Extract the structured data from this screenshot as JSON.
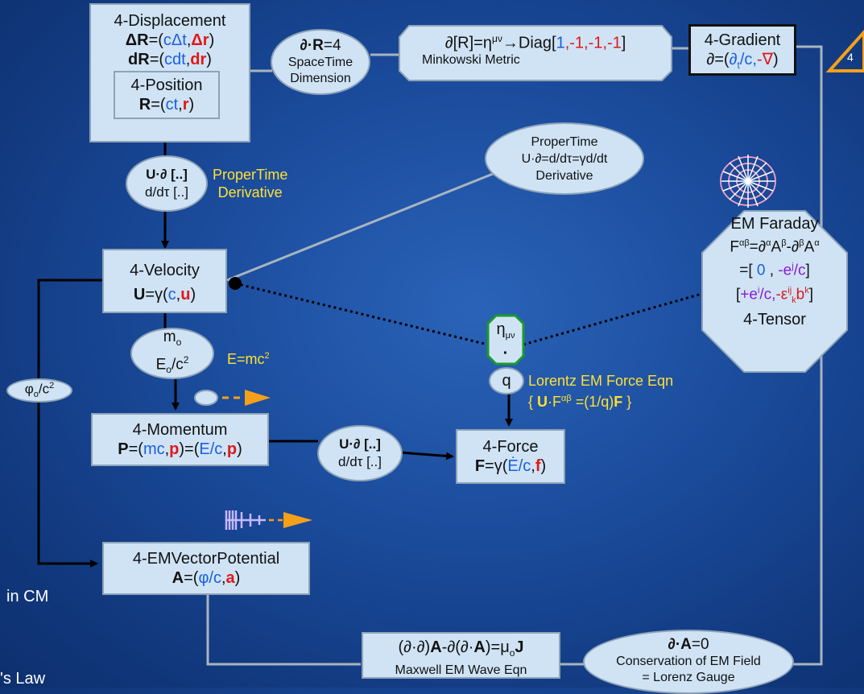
{
  "displacement": {
    "title": "4-Displacement",
    "dR_name": "ΔR",
    "dR_open": "=(",
    "dR_t": "cΔt",
    "dR_comma": ",",
    "dR_r": "Δr",
    "dR_close": ")",
    "d_name": "dR",
    "d_open": "=(",
    "d_t": "cdt",
    "d_comma": ",",
    "d_r": "dr",
    "d_close": ")"
  },
  "position": {
    "title": "4-Position",
    "name": "R",
    "open": "=(",
    "t": "ct",
    "comma": ",",
    "r": "r",
    "close": ")"
  },
  "spacetime": {
    "line1_sym": "∂·R",
    "line1_val": "=4",
    "line2": "SpaceTime",
    "line3": "Dimension"
  },
  "metric": {
    "lhs": "∂[R]=η",
    "sup": "μν",
    "arrow": "→Diag[",
    "v1": "1",
    "v2": ",-1,-1,-1",
    "end": "]",
    "sub": "Minkowski Metric"
  },
  "gradient": {
    "title": "4-Gradient",
    "lhs": "∂=(",
    "dt": "∂",
    "dt_sub": "t",
    "div": "/c,",
    "nabla": "-∇",
    "close": ")"
  },
  "triangle_label": "4",
  "propertime_oval": {
    "line1": "ProperTime",
    "line2": "U·∂=d/dτ=γd/dt",
    "line3": "Derivative"
  },
  "velocity": {
    "title": "4-Velocity",
    "name": "U",
    "eq": "=γ(",
    "c": "c",
    "comma": ",",
    "u": "u",
    "close": ")"
  },
  "udel_top": {
    "line1": "U·∂ [..]",
    "line2": "d/dτ [..]"
  },
  "propertime_label": {
    "line1": "ProperTime",
    "line2": "Derivative"
  },
  "mass_oval": {
    "line1": "m",
    "line1_sub": "o",
    "line2": "E",
    "line2_sub": "o",
    "line2_rest": "/c",
    "line2_sup": "2"
  },
  "emc2": {
    "text": "E=mc",
    "sup": "2"
  },
  "phi_oval": {
    "text": "φ",
    "sub": "o",
    "rest": "/c",
    "sup": "2"
  },
  "momentum": {
    "title": "4-Momentum",
    "name": "P",
    "open": "=(",
    "mc": "mc",
    "comma": ",",
    "p": "p",
    "mid": ")=(",
    "ec": "E/c",
    "comma2": ",",
    "p2": "p",
    "close": ")"
  },
  "udel_mid": {
    "line1": "U·∂ [..]",
    "line2": "d/dτ [..]"
  },
  "force": {
    "title": "4-Force",
    "name": "F",
    "eq": "=γ(",
    "edot": "Ė/c",
    "comma": ",",
    "f": "f",
    "close": ")"
  },
  "eta": {
    "text": "η",
    "sub": "μν",
    "dot": "·"
  },
  "q": "q",
  "lorentz": {
    "line1": "Lorentz EM Force Eqn",
    "line2_a": "{ ",
    "line2_u": "U",
    "line2_b": "·F",
    "line2_sup": "αβ",
    "line2_c": " =(1/q)",
    "line2_f": "F",
    "line2_d": " }"
  },
  "faraday": {
    "title": "EM Faraday",
    "l2_a": "F",
    "l2_sup": "αβ",
    "l2_b": "=∂",
    "l2_sup2": "α",
    "l2_c": "A",
    "l2_sup3": "β",
    "l2_d": "-∂",
    "l2_sup4": "β",
    "l2_e": "A",
    "l2_sup5": "α",
    "l3_a": "=[ ",
    "l3_zero": "0",
    "l3_b": " , ",
    "l3_e": "-e",
    "l3_sup": "j",
    "l3_c": "/c",
    "l3_end": "]",
    "l4_a": "[",
    "l4_e": "+e",
    "l4_sup": "i",
    "l4_c": "/c,",
    "l4_eps": "-ε",
    "l4_sup2": "ij",
    "l4_sub": "k",
    "l4_b": "b",
    "l4_sup3": "k",
    "l4_end": "]",
    "l5": "4-Tensor"
  },
  "potential": {
    "title": "4-EMVectorPotential",
    "name": "A",
    "open": "=(",
    "phi": "φ/c",
    "comma": ",",
    "a": "a",
    "close": ")"
  },
  "wave": {
    "a": "(∂·∂)",
    "A1": "A",
    "b": "-∂(∂·",
    "A2": "A",
    "c": ")=μ",
    "sub": "o",
    "J": "J",
    "line2": "Maxwell EM Wave Eqn"
  },
  "gauge": {
    "line1_sym": "∂·A",
    "line1_val": "=0",
    "line2": "Conservation of EM Field",
    "line3": "= Lorenz Gauge"
  },
  "left_text": {
    "line1": "in CM",
    "line2": "'s Law"
  },
  "colors": {
    "box_fill": "#cfe3f5",
    "box_border": "#8ea3b8",
    "accent_orange": "#f5a01a",
    "green": "#1a9a2a",
    "yellow": "#ffe033"
  }
}
